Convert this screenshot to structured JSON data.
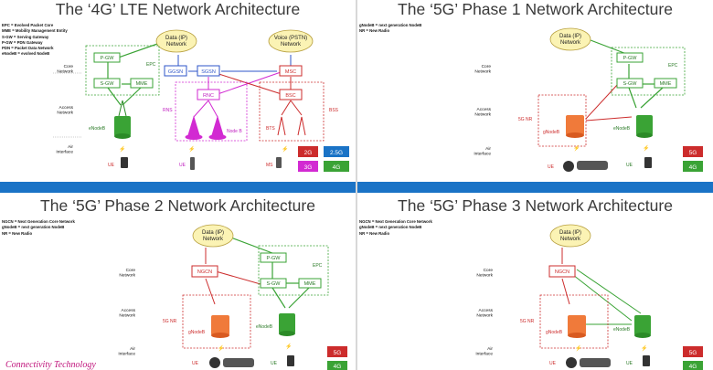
{
  "panels": [
    {
      "title": "The ‘4G’ LTE Network Architecture",
      "legend": [
        "EPC = Evolved Packet Core",
        "MME = Mobility Management Entity",
        "S-GW = Serving Gateway",
        "P-GW = PDN Gateway",
        "PDN = Packet Data Network",
        "eNodeB = evolved NodeB"
      ],
      "clouds": [
        "Data (IP)\nNetwork",
        "Voice (PSTN)\nNetwork"
      ],
      "nodes": {
        "pgw": "P-GW",
        "sgw": "S-GW",
        "mme": "MME",
        "epc": "EPC",
        "ggsn": "GGSN",
        "sgsn": "SGSN",
        "msc": "MSC",
        "rnc": "RNC",
        "bsc": "BSC",
        "rns": "RNS",
        "nodeb": "Node B",
        "bts": "BTS",
        "bss": "BSS",
        "enodeb": "eNodeB",
        "ue1": "UE",
        "ue2": "UE",
        "ms": "MS"
      },
      "rows": [
        "Core\nNetwork",
        "Access\nNetwork",
        "Air\nInterface"
      ],
      "badges": [
        "2G",
        "2.5G",
        "3G",
        "4G"
      ]
    },
    {
      "title": "The ‘5G’ Phase 1 Network Architecture",
      "legend": [
        "gNodeB = next generation NodeB",
        "NR = New Radio"
      ],
      "clouds": [
        "Data (IP)\nNetwork"
      ],
      "nodes": {
        "pgw": "P-GW",
        "sgw": "S-GW",
        "mme": "MME",
        "epc": "EPC",
        "gnr": "5G NR",
        "gnodeb": "gNodeB",
        "enodeb": "eNodeB",
        "ue1": "UE",
        "ue2": "UE"
      },
      "rows": [
        "Core\nNetwork",
        "Access\nNetwork",
        "Air\nInterface"
      ],
      "badges": [
        "5G",
        "4G"
      ]
    },
    {
      "title": "The ‘5G’ Phase 2 Network Architecture",
      "legend": [
        "NGCN = Next Generation Core Network",
        "gNodeB = next generation NodeB",
        "NR = New Radio"
      ],
      "clouds": [
        "Data (IP)\nNetwork"
      ],
      "nodes": {
        "ngcn": "NGCN",
        "pgw": "P-GW",
        "sgw": "S-GW",
        "mme": "MME",
        "epc": "EPC",
        "gnr": "5G NR",
        "gnodeb": "gNodeB",
        "enodeb": "eNodeB",
        "ue1": "UE",
        "ue2": "UE"
      },
      "rows": [
        "Core\nNetwork",
        "Access\nNetwork",
        "Air\nInterface"
      ],
      "badges": [
        "5G",
        "4G"
      ]
    },
    {
      "title": "The ‘5G’ Phase 3 Network Architecture",
      "legend": [
        "NGCN = Next Generation Core Network",
        "gNodeB = next generation NodeB",
        "NR = New Radio"
      ],
      "clouds": [
        "Data (IP)\nNetwork"
      ],
      "nodes": {
        "ngcn": "NGCN",
        "gnr": "5G NR",
        "gnodeb": "gNodeB",
        "enodeb": "eNodeB",
        "ue1": "UE",
        "ue2": "UE"
      },
      "rows": [
        "Core\nNetwork",
        "Access\nNetwork",
        "Air\nInterface"
      ],
      "badges": [
        "5G",
        "4G"
      ]
    }
  ],
  "corner_text": "Connectivity Technology",
  "colors": {
    "green": "#3aa335",
    "red": "#cc2c2c",
    "magenta": "#d22ad2",
    "blue": "#1a73c6",
    "cloud": "#fbf3b4",
    "orange": "#f07a3a",
    "bar": "#1a73c6"
  }
}
